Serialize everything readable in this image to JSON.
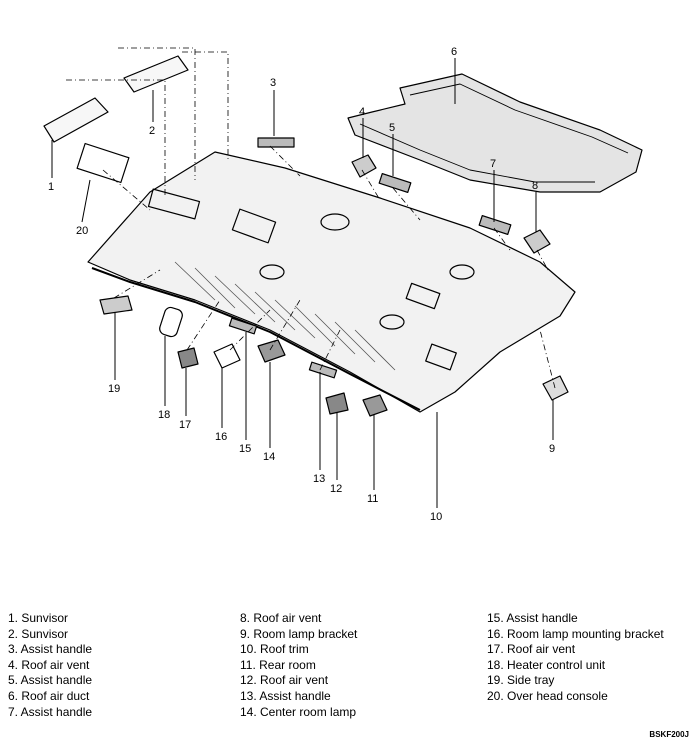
{
  "callouts": [
    "1",
    "2",
    "3",
    "4",
    "5",
    "6",
    "7",
    "8",
    "9",
    "10",
    "11",
    "12",
    "13",
    "14",
    "15",
    "16",
    "17",
    "18",
    "19",
    "20"
  ],
  "legend": {
    "col1": [
      "1. Sunvisor",
      "2. Sunvisor",
      "3. Assist handle",
      "4. Roof air vent",
      "5. Assist handle",
      "6. Roof air duct",
      "7. Assist handle"
    ],
    "col2": [
      "8. Roof air vent",
      "9. Room lamp bracket",
      "10.  Roof trim",
      "11. Rear room",
      "12. Roof air vent",
      "13. Assist handle",
      "14.  Center room lamp"
    ],
    "col3": [
      "15. Assist handle",
      "16. Room lamp mounting bracket",
      "17. Roof air vent",
      "18. Heater control unit",
      "19. Side tray",
      "20. Over head console"
    ]
  },
  "figure_code": "BSKF200J"
}
